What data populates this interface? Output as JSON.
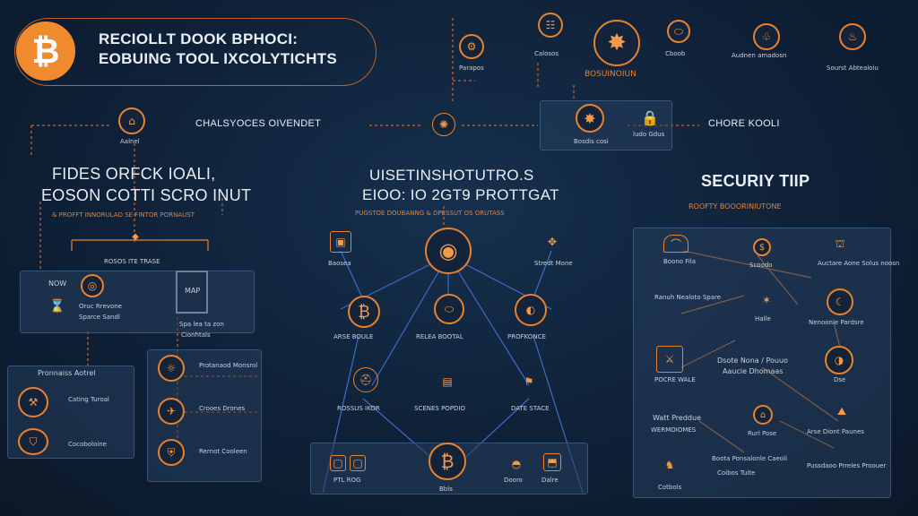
{
  "header": {
    "line1": "RECIOLLT DOOK BPHOCI:",
    "line2": "EOBUING TOOL IXCOLYTICHTS",
    "logo_glyph": "₿"
  },
  "top_icons": [
    {
      "label": "Parapos",
      "glyph": "⚙"
    },
    {
      "label": "Calosos",
      "glyph": "☷"
    },
    {
      "label": "",
      "glyph": "✸"
    },
    {
      "label": "Cboob",
      "glyph": "⬭"
    },
    {
      "label": "Audnen amadosn",
      "glyph": "♧"
    },
    {
      "label": "Sourst Abtealoiu",
      "glyph": "♨"
    }
  ],
  "top_center_label": "BOSUINOIUN",
  "top_box": [
    {
      "label": "Bosdis cosi",
      "glyph": "✸"
    },
    {
      "label": "ludo Gdus",
      "glyph": "🔒"
    }
  ],
  "flow_row": {
    "node_label": "Aalnel",
    "label_left": "CHALSYOCES  OIVENDET",
    "label_right": "CHORE KOOLI"
  },
  "left_section": {
    "title_line1": "FIDES ORFCK IOALI,",
    "title_line2": "EOSON COTTI SCRO INUT",
    "subtitle": "& PROFFT INNORULAD SE FINTOR PORNAUST",
    "bracket_label": "ROSOS ITE TRASE",
    "panel_a": {
      "heading": "NOW",
      "item1": "Oruc Rrevone",
      "item2": "Sparce Sandl"
    },
    "panel_b": {
      "box_label": "MAP",
      "caption1": "Spa lea ta zon",
      "caption2": "Cionhtals"
    },
    "lower_left": {
      "heading": "Pronnaiss Aotrel",
      "items": [
        "Cating Turoal",
        "Cocoboloine"
      ]
    },
    "lower_mid": {
      "items": [
        "Protanaod Monsrol",
        "Crooes Drones",
        "Rernot Cooleen"
      ]
    }
  },
  "center_section": {
    "title_line1": "UISETINSHOTUTRO.S",
    "title_line2": "EIOO: IO 2GT9 PROTTGAT",
    "subtitle": "PUGSTOE DOUBANNG & DPESSUT OS ORUTASS",
    "nodes": {
      "top_left": "Baosea",
      "top_right": "Stredt Mone",
      "mid_left": "ARSE BOULE",
      "mid_center": "RELEA BOOTAL",
      "mid_right": "PROFKONCE",
      "low_left": "ROSSUS IKOR",
      "low_center": "SCENES POPDIO",
      "low_right": "DATE STACE"
    },
    "bottom": {
      "left": "PTL ROG",
      "center": "Bbls",
      "right1": "Dooro",
      "right2": "Dalre"
    }
  },
  "right_section": {
    "title": "SECURIY TIIP",
    "subtitle": "ROOFTY BOOORINIUTONE",
    "items": {
      "r1a": "Boono Fila",
      "r1b": "Scoodo",
      "r1c": "Auctare Aone Solus noosn",
      "r2a": "Ranuh Nealoto Spare",
      "r2b": "Halle",
      "r2c": "Nenoonie Pardsre",
      "r3a": "POCRE WALE",
      "r3b_1": "Dsote Nona / Pouuo",
      "r3b_2": "Aaucie Dhomaas",
      "r3c": "Dse",
      "r4a": "Watt Preddue",
      "r4b": "WERMOIOMES",
      "r4c": "Rurl Pose",
      "r4d": "Arse Diont Paunes",
      "r5a": "Boota Ponsalonle Caeoli",
      "r5b": "Coibos Tuite",
      "r5c": "Pussdaoo Prreles Proouer",
      "r5d": "Cotbols"
    }
  }
}
